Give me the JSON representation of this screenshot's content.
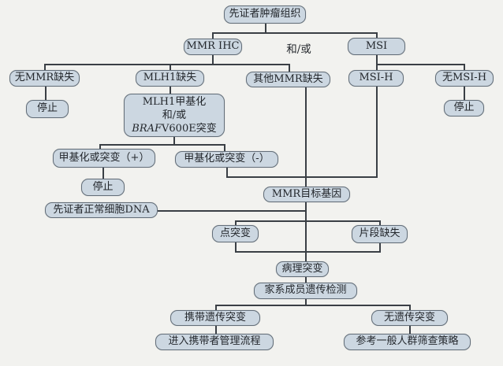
{
  "palette": {
    "background": "#f2f2ef",
    "node_fill": "#ccd7e1",
    "node_border": "#636e79",
    "line_color": "#3a3f45",
    "text_color": "#23272c"
  },
  "connector_label": "和/或",
  "nodes": [
    {
      "id": "proband-tumor-tissue",
      "label": "先证者肿瘤组织"
    },
    {
      "id": "mmr-ihc",
      "label": "MMR IHC"
    },
    {
      "id": "msi",
      "label": "MSI"
    },
    {
      "id": "no-mmr-loss",
      "label": "无MMR缺失"
    },
    {
      "id": "mlh1-loss",
      "label": "MLH1缺失"
    },
    {
      "id": "other-mmr-loss",
      "label": "其他MMR缺失"
    },
    {
      "id": "msi-h",
      "label": "MSI-H"
    },
    {
      "id": "no-msi-h",
      "label": "无MSI-H"
    },
    {
      "id": "stop-after-no-mmr-loss",
      "label": "停止"
    },
    {
      "id": "mlh1-methylation-braf",
      "lines": [
        "MLH1甲基化",
        "和/或",
        "BRAFV600E突变"
      ],
      "italic_segment": "BRAF"
    },
    {
      "id": "stop-after-no-msi-h",
      "label": "停止"
    },
    {
      "id": "methylation-or-mutation-positive",
      "label": "甲基化或突变（+）"
    },
    {
      "id": "methylation-or-mutation-negative",
      "label": "甲基化或突变（-）"
    },
    {
      "id": "stop-after-methylation-positive",
      "label": "停止"
    },
    {
      "id": "mmr-target-gene",
      "label": "MMR目标基因"
    },
    {
      "id": "proband-normal-cell-dna",
      "label": "先证者正常细胞DNA"
    },
    {
      "id": "point-mutation",
      "label": "点突变"
    },
    {
      "id": "fragment-deletion",
      "label": "片段缺失"
    },
    {
      "id": "pathogenic-mutation",
      "label": "病理突变"
    },
    {
      "id": "family-member-genetic-testing",
      "label": "家系成员遗传检测"
    },
    {
      "id": "carries-inherited-mutation",
      "label": "携带遗传突变"
    },
    {
      "id": "no-inherited-mutation",
      "label": "无遗传突变"
    },
    {
      "id": "enter-carrier-management",
      "label": "进入携带者管理流程"
    },
    {
      "id": "general-population-screening",
      "label": "参考一般人群筛查策略"
    }
  ]
}
